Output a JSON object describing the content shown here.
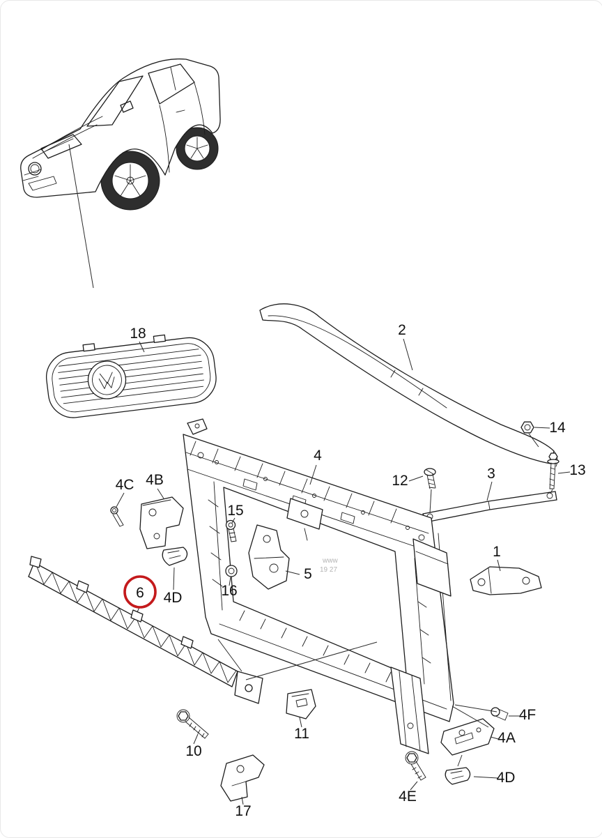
{
  "diagram": {
    "kind": "exploded-parts-diagram",
    "background": "#ffffff",
    "line_color": "#1c1c1c",
    "highlight": {
      "label": "6",
      "color": "#c41a1c"
    },
    "watermark": {
      "line1": "www",
      "line2": "19 27"
    },
    "labels": {
      "part18": "18",
      "part2": "2",
      "part14": "14",
      "part13": "13",
      "part12": "12",
      "part3": "3",
      "part4": "4",
      "part4C": "4C",
      "part4B": "4B",
      "part15": "15",
      "part5": "5",
      "part16": "16",
      "part4Da": "4D",
      "part6": "6",
      "part1": "1",
      "part10": "10",
      "part11": "11",
      "part17": "17",
      "part4F": "4F",
      "part4A": "4A",
      "part4E": "4E",
      "part4Db": "4D"
    }
  }
}
